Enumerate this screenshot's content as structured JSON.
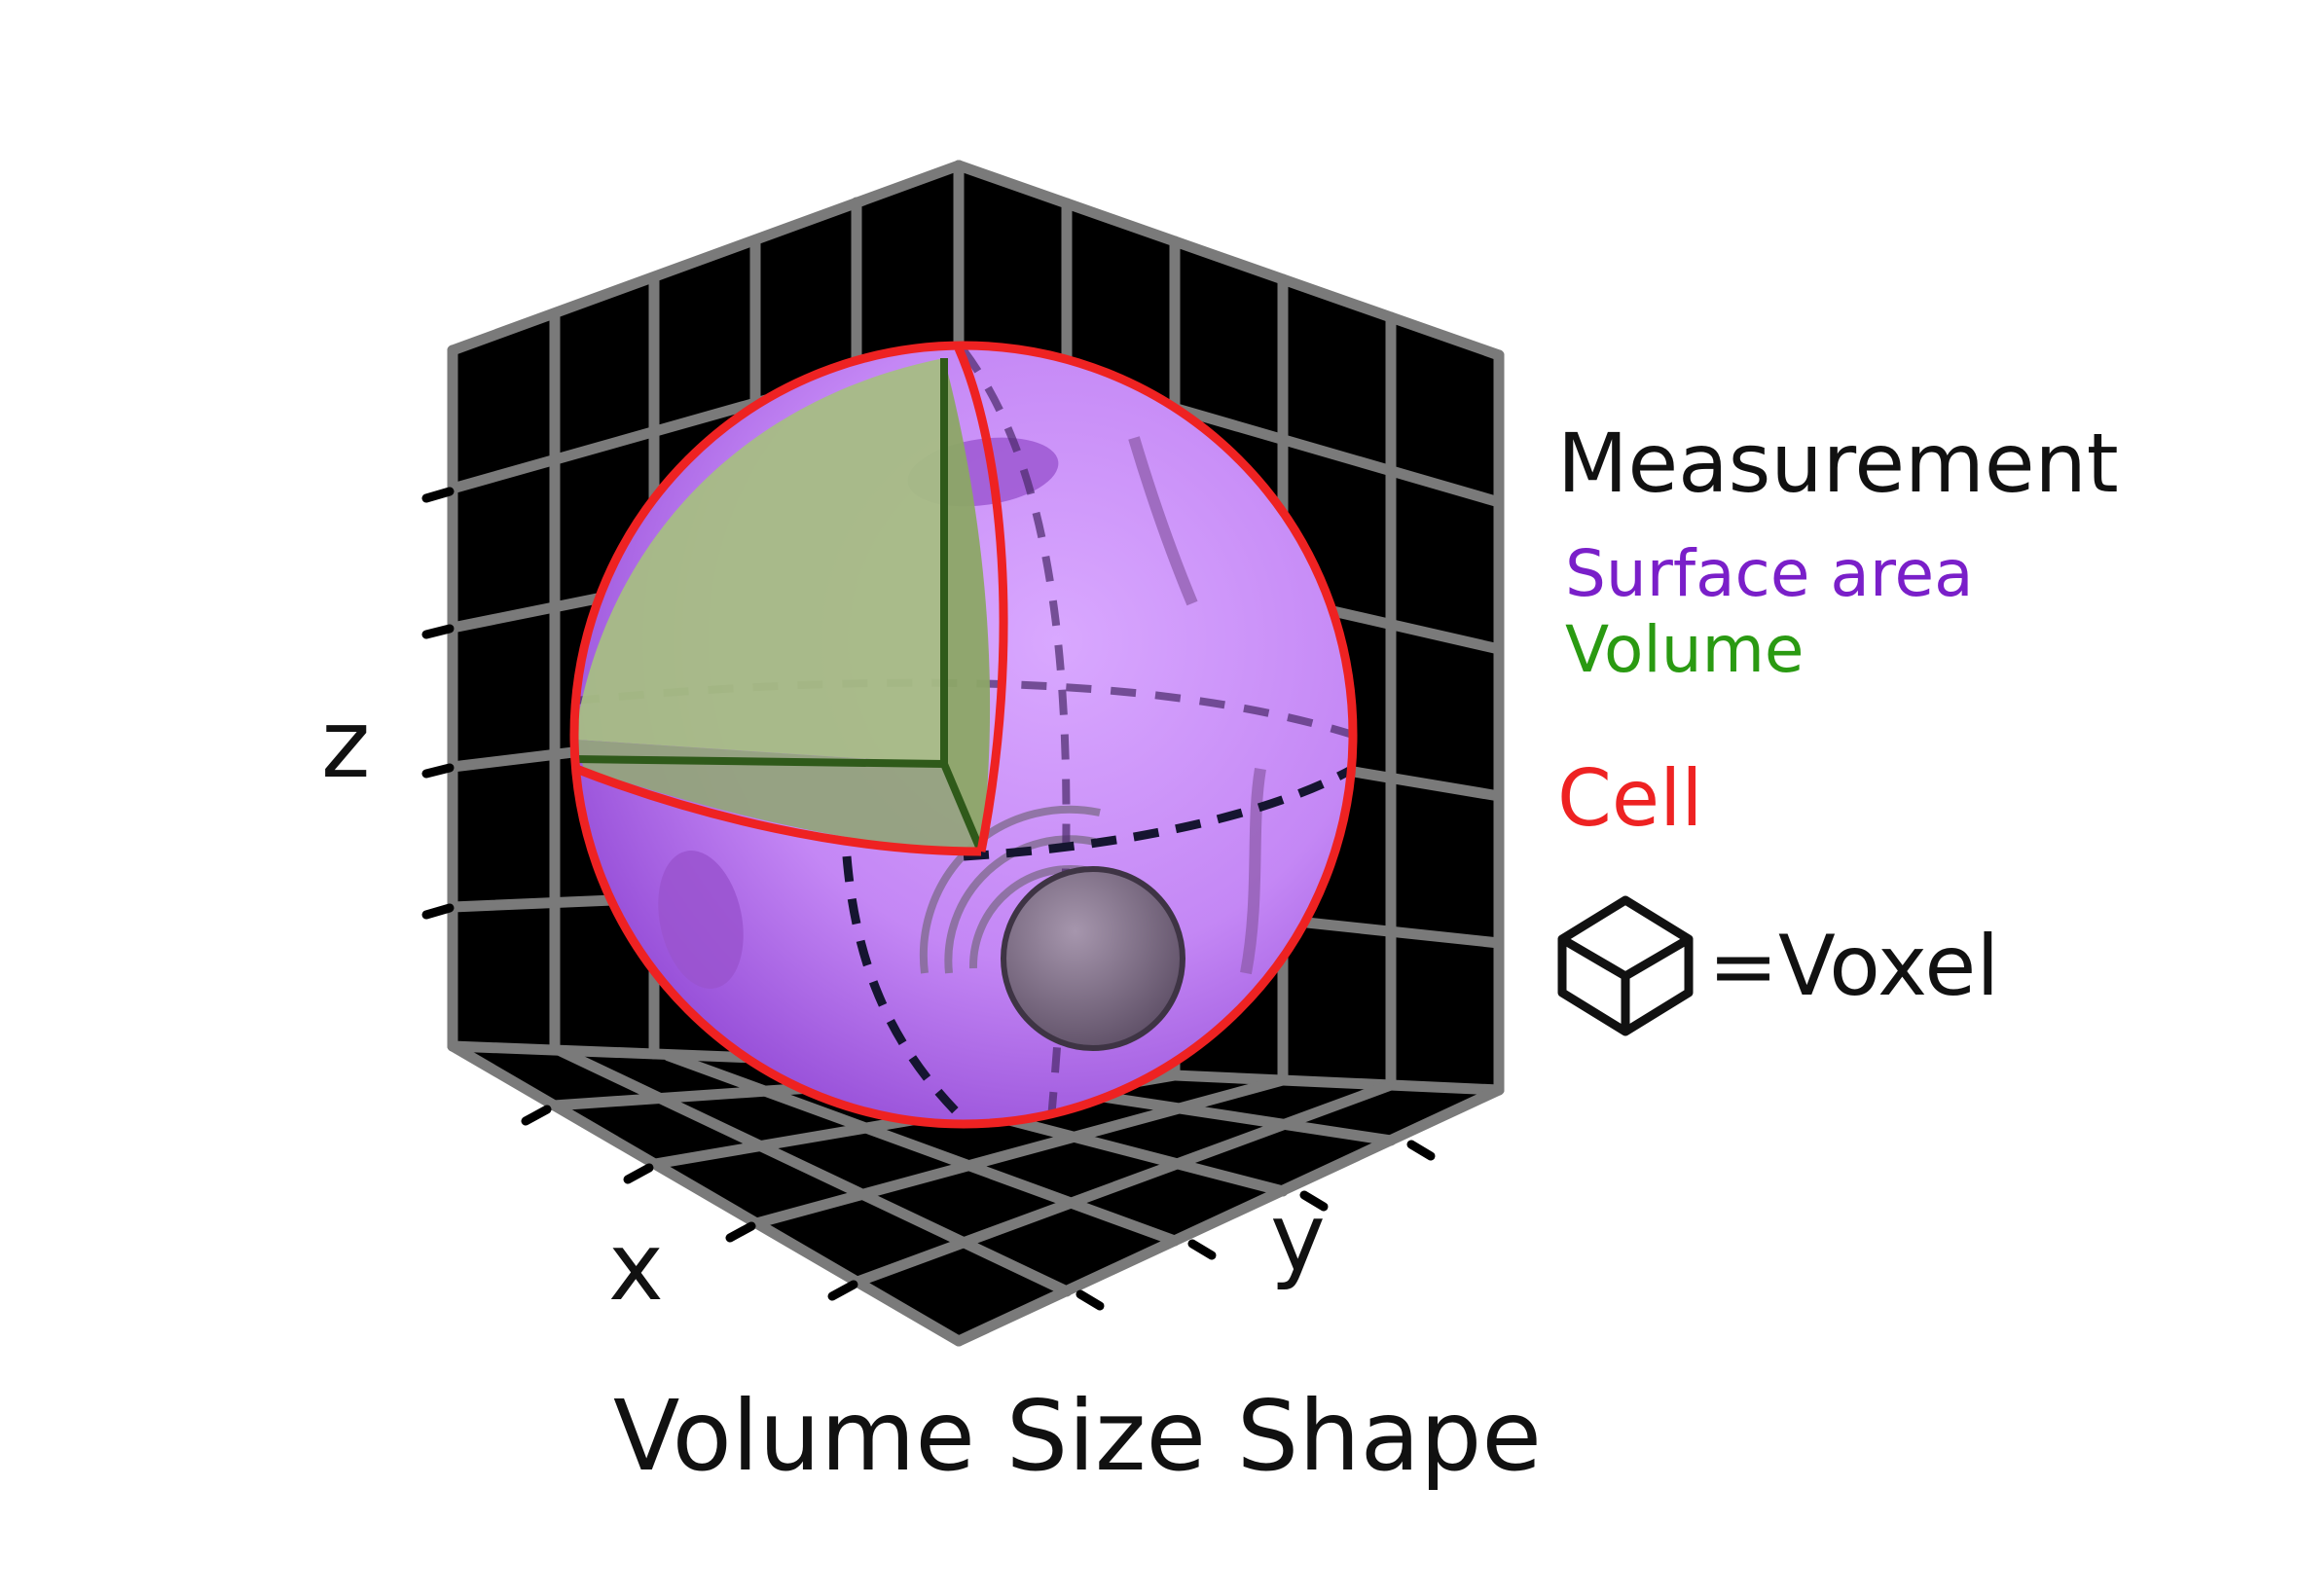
{
  "axes": {
    "x": "x",
    "y": "y",
    "z": "z"
  },
  "title": "Volume Size Shape",
  "legend": {
    "heading": "Measurement",
    "surface_area": "Surface area",
    "volume": "Volume",
    "cell": "Cell",
    "voxel": "=Voxel",
    "voxel_icon": "cube-icon"
  },
  "colors": {
    "surface_area": "#7a1fc9",
    "volume": "#2a9a12",
    "cell": "#ee2222",
    "grid_fill": "#000000",
    "grid_line": "#7a7a7a",
    "sphere": "#c58af3",
    "wedge": "#a7bd84"
  }
}
